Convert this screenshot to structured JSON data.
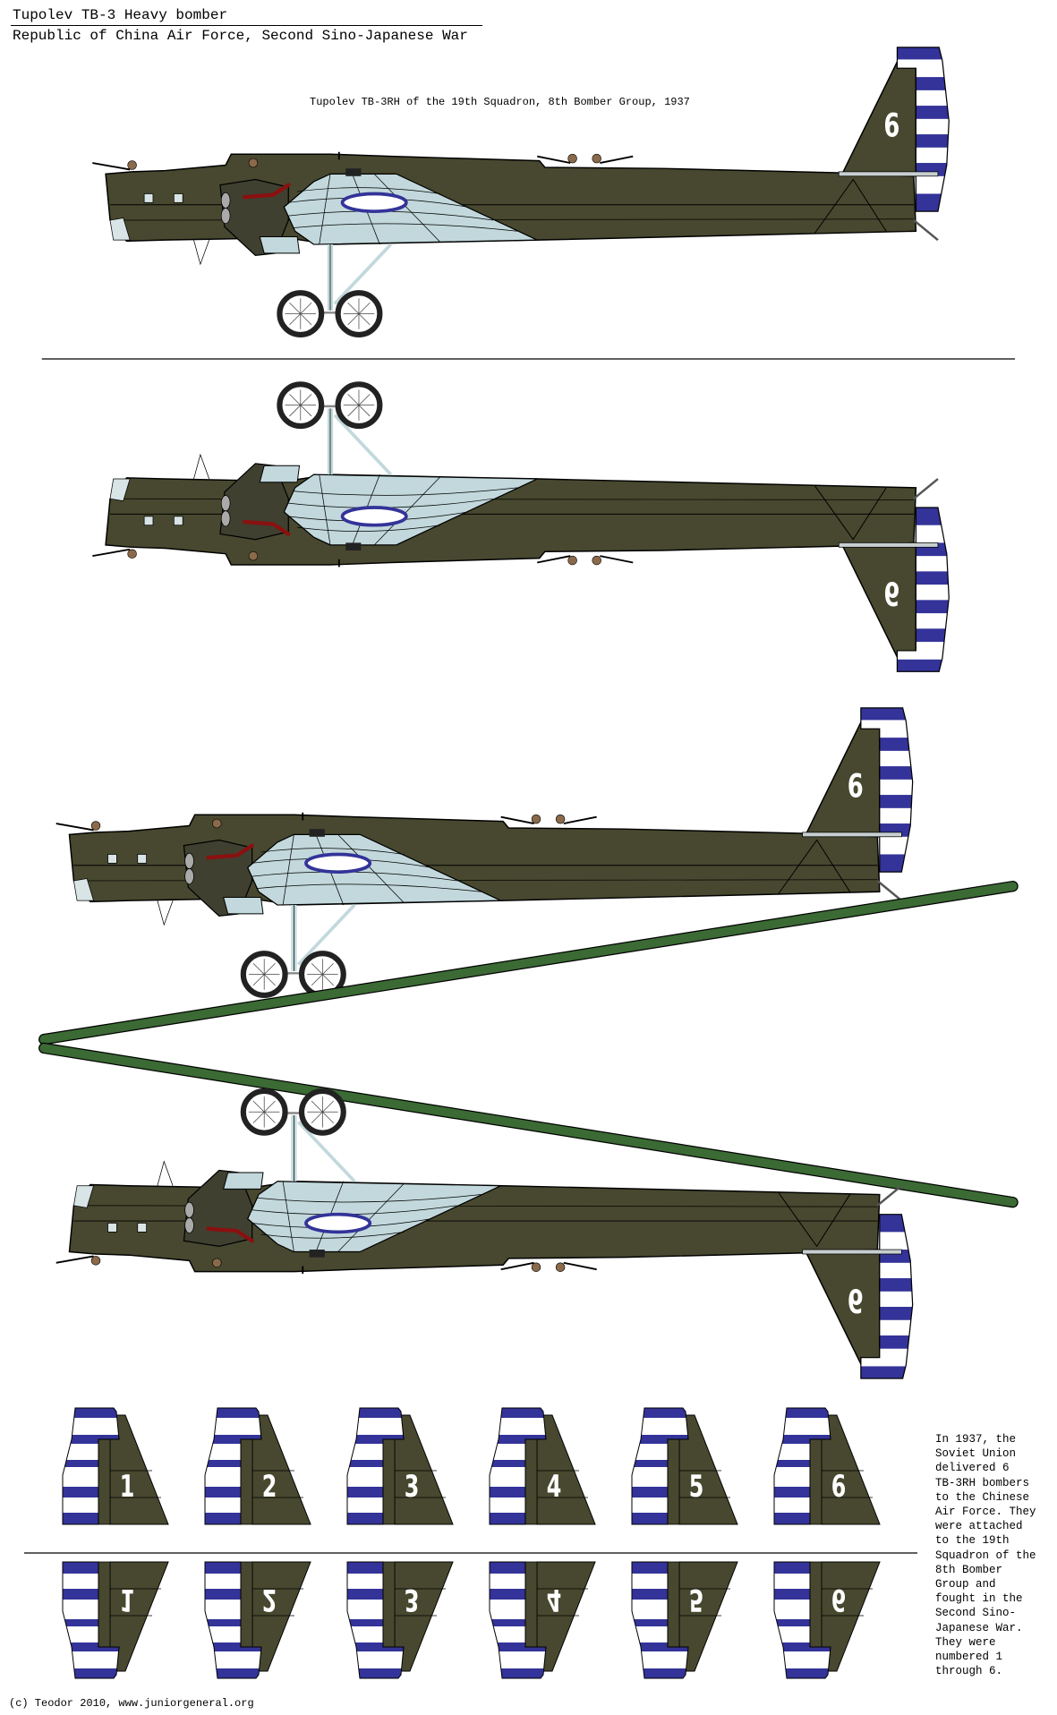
{
  "header": {
    "title": "Tupolev TB-3 Heavy bomber",
    "subtitle": "Republic of China Air Force, Second Sino-Japanese War"
  },
  "caption": "Tupolev TB-3RH of the 19th Squadron, 8th Bomber Group, 1937",
  "aircraft_number": "6",
  "tail_numbers": [
    "1",
    "2",
    "3",
    "4",
    "5",
    "6"
  ],
  "description": "In 1937, the\nSoviet Union\ndelivered 6\nTB-3RH bombers\nto the Chinese\nAir Force. They\nwere attached\nto the 19th\nSquadron of the\n8th Bomber\nGroup and\nfought in the\nSecond Sino-\nJapanese War.\nThey were\nnumbered 1\nthrough 6.",
  "credit": "(c) Teodor 2010, www.juniorgeneral.org",
  "colors": {
    "olive_drab": "#47482f",
    "wing_light_blue": "#c2d8dc",
    "rudder_blue": "#333399",
    "exhaust_red": "#8b1010",
    "wing_green": "#3b6a34"
  }
}
